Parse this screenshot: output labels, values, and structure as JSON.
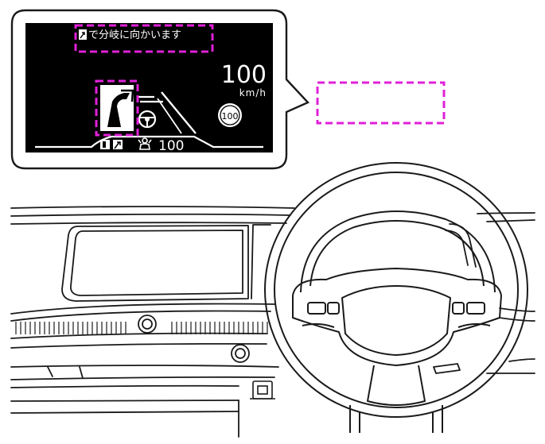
{
  "callout": {
    "message_text": "で分岐に向かいます",
    "speed_value": "100",
    "speed_unit": "km/h",
    "speed_limit_sign": "100",
    "set_speed_value": "100",
    "icons": {
      "message_icon": "branch-right-arrow-icon",
      "maneuver_icon": "branch-guidance-icon",
      "bottom_icons": [
        "lane-icon",
        "branch-arrow-icon",
        "driver-assist-icon"
      ]
    }
  },
  "colors": {
    "highlight_dashes": "#e020d8",
    "display_background": "#000000",
    "display_text": "#ffffff",
    "line_art": "#1a1a1a"
  }
}
